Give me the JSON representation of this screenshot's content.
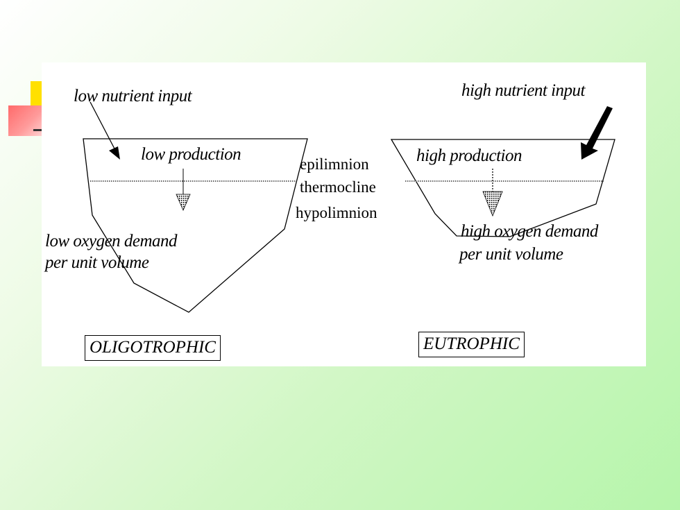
{
  "diagram": {
    "oligotrophic": {
      "input_label": "low nutrient input",
      "production_label": "low production",
      "demand_line1": "low oxygen demand",
      "demand_line2": "per unit volume",
      "name": "OLIGOTROPHIC"
    },
    "layers": {
      "epilimnion": "epilimnion",
      "thermocline": "thermocline",
      "hypolimnion": "hypolimnion"
    },
    "eutrophic": {
      "input_label": "high nutrient input",
      "production_label": "high production",
      "demand_line1": "high oxygen demand",
      "demand_line2": "per unit volume",
      "name": "EUTROPHIC"
    }
  }
}
